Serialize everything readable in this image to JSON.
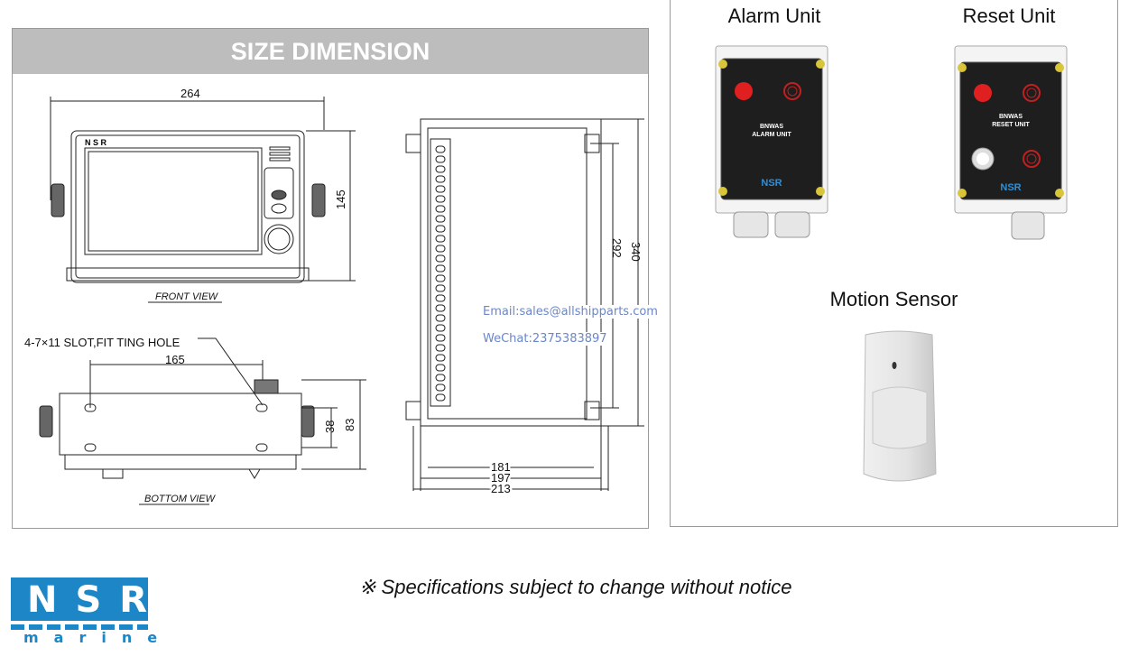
{
  "left_panel": {
    "banner": "SIZE DIMENSION",
    "front_view": {
      "brand": "N S R",
      "width_dim": "264",
      "height_dim": "145",
      "caption": "FRONT VIEW"
    },
    "bottom_view": {
      "slot_note": "4-7×11  SLOT,FIT TING HOLE",
      "hole_spacing": "165",
      "dim_38": "38",
      "dim_83": "83",
      "caption": "BOTTOM VIEW"
    },
    "side_view": {
      "dim_292": "292",
      "dim_340": "340",
      "dim_181": "181",
      "dim_197": "197",
      "dim_213": "213"
    },
    "watermark": {
      "email": "Email:sales@allshipparts.com",
      "wechat": "WeChat:2375383897"
    }
  },
  "right_panel": {
    "alarm_unit": {
      "title": "Alarm Unit",
      "label_line1": "BNWAS",
      "label_line2": "ALARM UNIT",
      "brand": "NSR"
    },
    "reset_unit": {
      "title": "Reset Unit",
      "label_line1": "BNWAS",
      "label_line2": "RESET UNIT",
      "brand": "NSR"
    },
    "motion_sensor": {
      "title": "Motion Sensor"
    }
  },
  "footer": {
    "note": "※ Specifications subject to change without notice",
    "logo_top": "NSR",
    "logo_bottom": "marine"
  },
  "colors": {
    "banner": "#bdbdbd",
    "brand_blue": "#1c86c6",
    "watermark": "#6b86c9",
    "unit_body": "#1e1e1e",
    "button_red": "#e02020"
  }
}
